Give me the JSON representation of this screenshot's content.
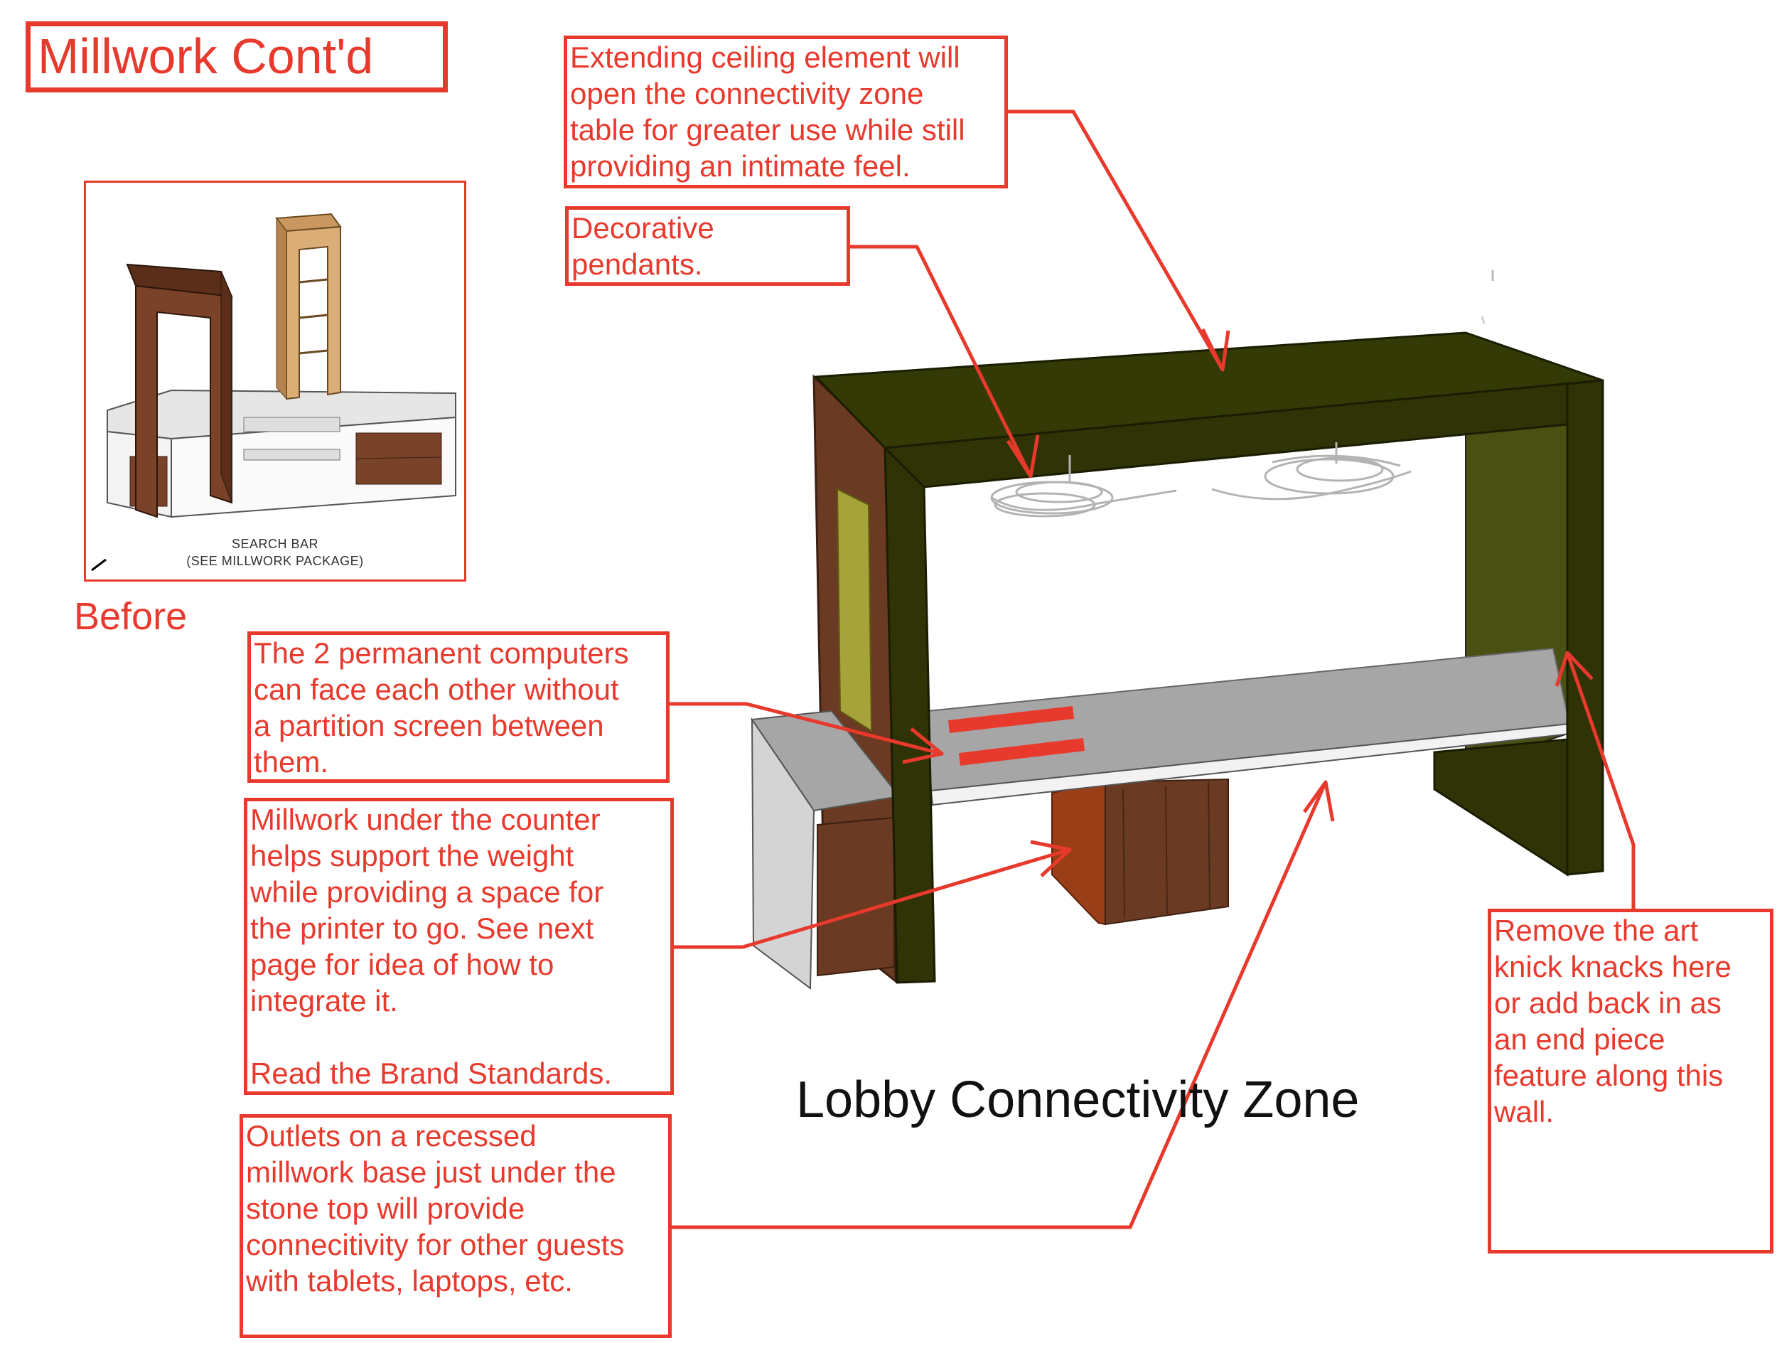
{
  "title": "Millwork Cont'd",
  "before_label": "Before",
  "thumbnail": {
    "caption_line1": "SEARCH BAR",
    "caption_line2": "(SEE MILLWORK PACKAGE)"
  },
  "diagram_label": "Lobby Connectivity Zone",
  "annotations": {
    "ceiling": "Extending ceiling element will\nopen the connectivity zone\ntable for greater use while still\nproviding an intimate feel.",
    "pendants": "Decorative\npendants.",
    "computers": "The 2 permanent computers\ncan face each other without\na partition screen between\nthem.",
    "millwork": "Millwork under the counter\nhelps support the weight\nwhile providing a space for\nthe printer to go. See next\npage for idea of how to\nintegrate it.\n\nRead the Brand Standards.",
    "outlets": "Outlets on a recessed\nmillwork base just under the\nstone top will provide\nconnecitivity for other guests\nwith tablets, laptops, etc.",
    "art": "Remove the art\nknick knacks here\nor add back in as\nan end piece\nfeature along this\nwall."
  },
  "colors": {
    "annotation_red": "#e8392d",
    "canopy_olive": "#343a06",
    "wood": "#6b3a22",
    "counter_gray": "#a6a6a6",
    "accent_orange": "#9a3e17"
  }
}
